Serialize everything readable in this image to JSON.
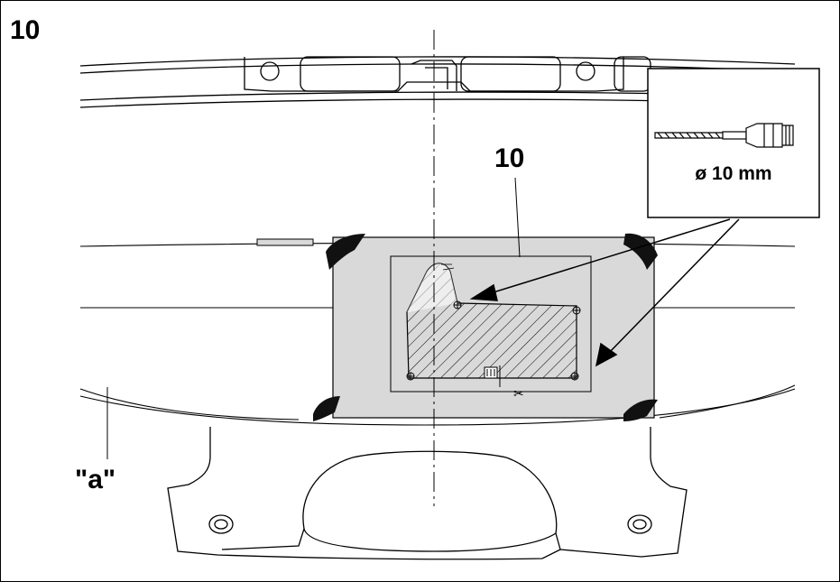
{
  "figure_number": "10",
  "template_number": "10",
  "callout": {
    "drill_size": "ø 10 mm"
  },
  "reference_label": "\"a\"",
  "colors": {
    "template_fill": "#d9d9d9",
    "line": "#000000",
    "background": "#ffffff"
  },
  "icons": [
    "drill-bit-icon",
    "scissors-icon",
    "tape-strip-icon"
  ]
}
